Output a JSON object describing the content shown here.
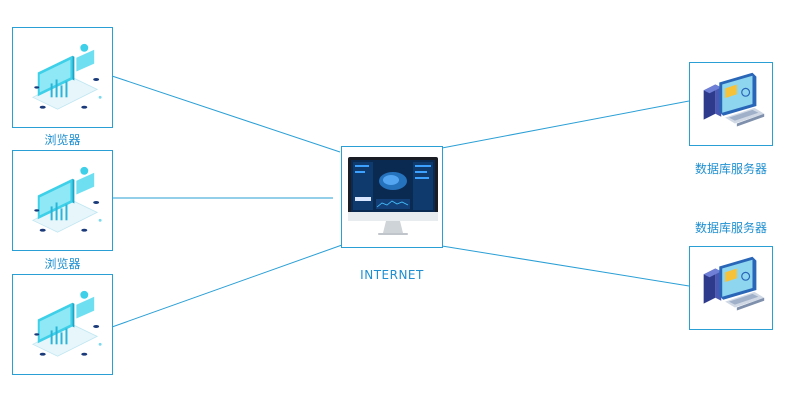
{
  "diagram": {
    "center": {
      "label": "INTERNET",
      "icon": "imac-dashboard-icon"
    },
    "browsers": [
      {
        "label": "浏览器",
        "icon": "laptop-isometric-icon"
      },
      {
        "label": "浏览器",
        "icon": "laptop-isometric-icon"
      },
      {
        "label": "",
        "icon": "laptop-isometric-icon"
      }
    ],
    "servers": [
      {
        "label": "数据库服务器",
        "icon": "desktop-server-icon"
      },
      {
        "label": "数据库服务器",
        "icon": "desktop-server-icon"
      }
    ],
    "colors": {
      "line": "#2a9fd6",
      "text": "#1e8fd0",
      "accent": "#3ed0e8",
      "server_screen": "#2a66b8",
      "highlight": "#f5c23a"
    }
  }
}
